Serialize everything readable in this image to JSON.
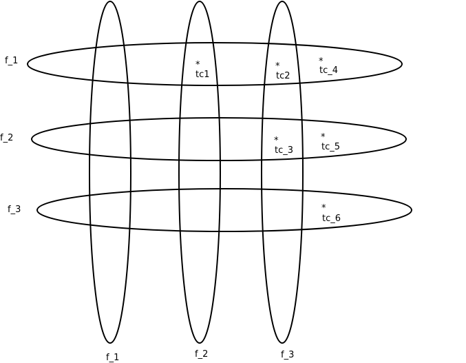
{
  "row_labels": [
    "f_1",
    "f_2",
    "f_3"
  ],
  "column_labels": [
    "f_1",
    "f_2",
    "f_3"
  ],
  "test_cases": [
    {
      "marker": "*",
      "label": "tc1",
      "row": "f_1",
      "column": "f_2"
    },
    {
      "marker": "*",
      "label": "tc2",
      "row": "f_1",
      "column": "f_3"
    },
    {
      "marker": "*",
      "label": "tc_4",
      "row": "f_1",
      "column": null
    },
    {
      "marker": "*",
      "label": "tc_3",
      "row": "f_2",
      "column": "f_3"
    },
    {
      "marker": "*",
      "label": "tc_5",
      "row": "f_2",
      "column": null
    },
    {
      "marker": "*",
      "label": "tc_6",
      "row": "f_3",
      "column": null
    }
  ]
}
